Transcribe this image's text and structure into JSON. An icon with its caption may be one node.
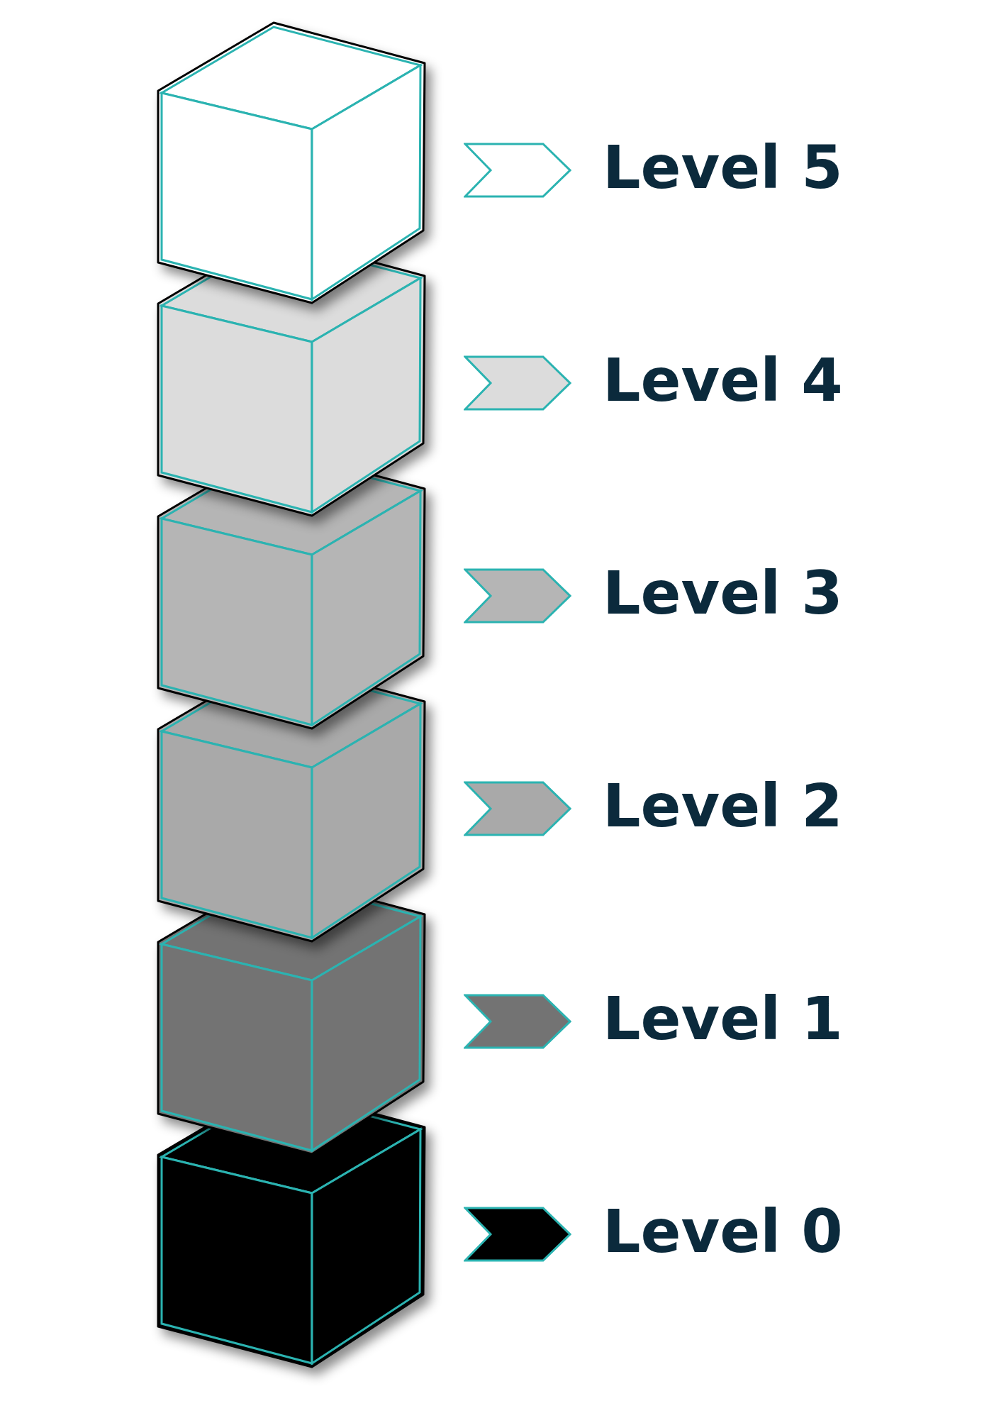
{
  "diagram": {
    "nodes": [
      {
        "text": [],
        "shape": "cube",
        "beside": [
          "Level 5"
        ]
      },
      {
        "text": [],
        "shape": "cube",
        "beside": [
          "Level 4"
        ]
      },
      {
        "text": [],
        "shape": "cube",
        "beside": [
          "Level 3"
        ]
      },
      {
        "text": [],
        "shape": "cube",
        "beside": [
          "Level 2"
        ]
      },
      {
        "text": [],
        "shape": "cube",
        "beside": [
          "Level 1"
        ]
      },
      {
        "text": [],
        "shape": "cube",
        "beside": [
          "Level 0"
        ]
      }
    ]
  }
}
